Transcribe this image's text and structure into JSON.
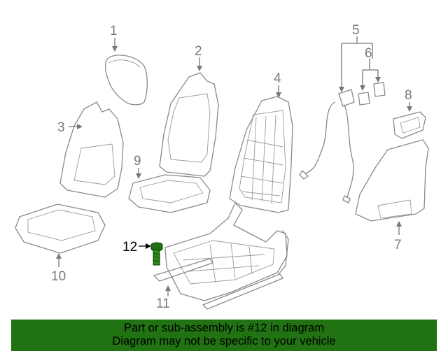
{
  "callouts": [
    {
      "id": "1",
      "label": "1"
    },
    {
      "id": "2",
      "label": "2"
    },
    {
      "id": "3",
      "label": "3"
    },
    {
      "id": "4",
      "label": "4"
    },
    {
      "id": "5",
      "label": "5"
    },
    {
      "id": "6",
      "label": "6"
    },
    {
      "id": "7",
      "label": "7"
    },
    {
      "id": "8",
      "label": "8"
    },
    {
      "id": "9",
      "label": "9"
    },
    {
      "id": "10",
      "label": "10"
    },
    {
      "id": "11",
      "label": "11"
    },
    {
      "id": "12",
      "label": "12"
    }
  ],
  "highlighted_part": "12",
  "highlight_color": "#207212",
  "banner": {
    "line1": "Part or sub-assembly is #12 in diagram",
    "line2": "Diagram may not be specific to your vehicle"
  }
}
